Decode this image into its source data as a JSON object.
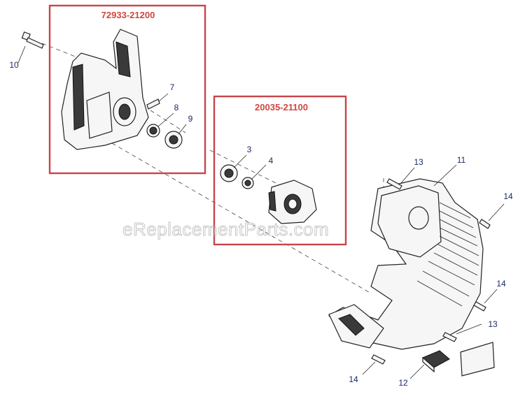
{
  "kits": [
    {
      "part_number": "72933-21200"
    },
    {
      "part_number": "20035-21100"
    }
  ],
  "callouts": {
    "c10": "10",
    "c7": "7",
    "c8": "8",
    "c9": "9",
    "c3": "3",
    "c4": "4",
    "c13a": "13",
    "c11": "11",
    "c14a": "14",
    "c14b": "14",
    "c13b": "13",
    "c14c": "14",
    "c12": "12"
  },
  "watermark": "eReplacementParts.com",
  "colors": {
    "kit_box": "#c8454a",
    "kit_label": "#d0463f",
    "callout_text": "#1a2a6c"
  }
}
